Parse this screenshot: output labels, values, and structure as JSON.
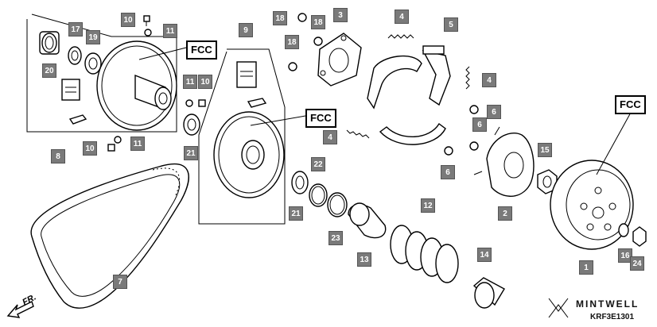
{
  "callouts": [
    "1",
    "2",
    "3",
    "4",
    "5",
    "6",
    "7",
    "8",
    "9",
    "10",
    "11",
    "12",
    "13",
    "14",
    "15",
    "16",
    "17",
    "18",
    "19",
    "20",
    "21",
    "22",
    "23",
    "24"
  ],
  "labels": {
    "fcc": "FCC",
    "front": "FR.",
    "brand": "MINTWELL",
    "code": "KRF3E1301"
  },
  "colors": {
    "callout_bg": "#7a7a7a",
    "line": "#000000"
  }
}
